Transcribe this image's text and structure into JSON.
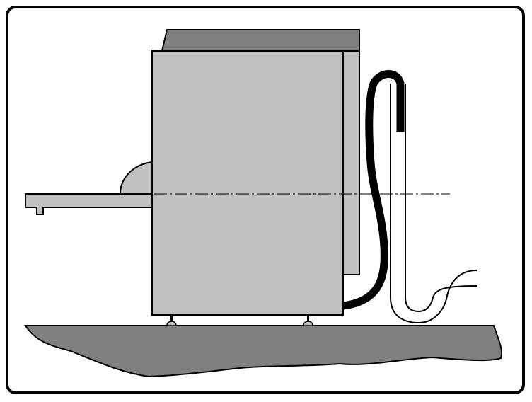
{
  "diagram": {
    "kind": "dishwasher drain hose side-view installation illustration",
    "colors": {
      "frame_stroke": "#000000",
      "background": "#ffffff",
      "machine_body": "#c0c0c0",
      "machine_top": "#808080",
      "floor": "#808080",
      "drain_hose": "#000000",
      "feet": "#c0c0c0"
    },
    "elements": [
      "frame",
      "floor",
      "dishwasher-body",
      "dishwasher-top-panel",
      "dishwasher-back-panel",
      "infeed-table",
      "splash-guard",
      "leveling-feet",
      "centerline",
      "drain-hose",
      "standpipe-with-trap"
    ]
  }
}
